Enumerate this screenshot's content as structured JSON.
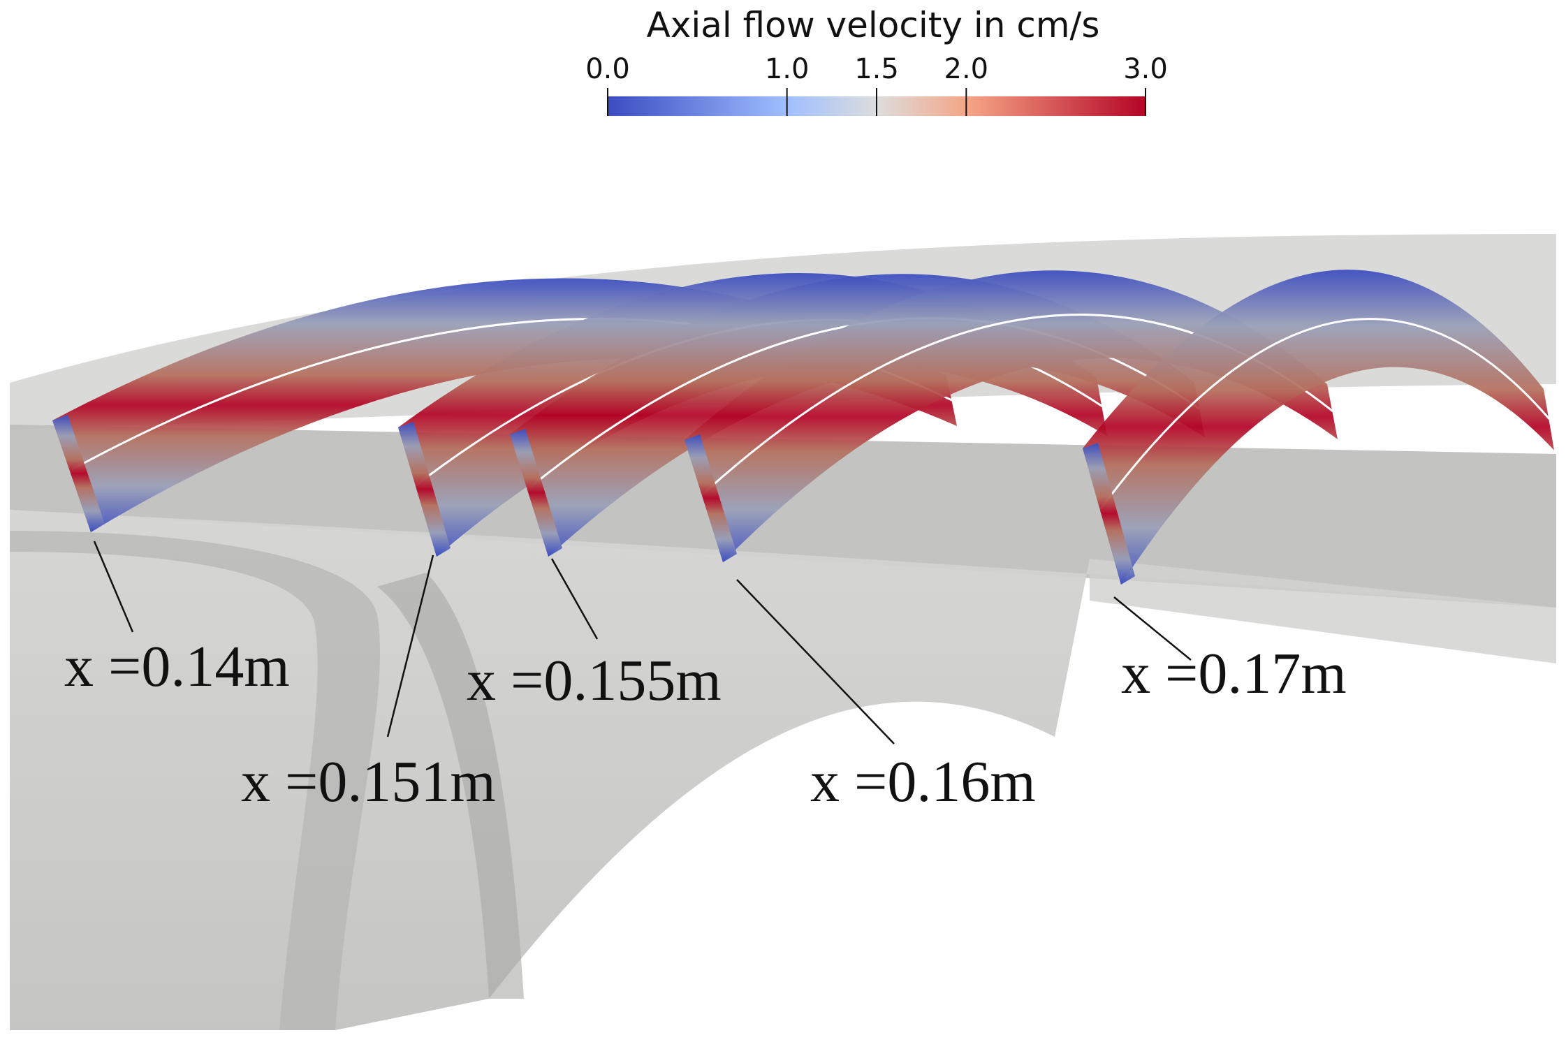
{
  "colorbar": {
    "title": "Axial flow velocity in cm/s",
    "range": [
      0.0,
      3.0
    ],
    "ticks": [
      {
        "value": 0.0,
        "label": "0.0"
      },
      {
        "value": 1.0,
        "label": "1.0"
      },
      {
        "value": 1.5,
        "label": "1.5"
      },
      {
        "value": 2.0,
        "label": "2.0"
      },
      {
        "value": 3.0,
        "label": "3.0"
      }
    ],
    "colormap": {
      "low": "#3b4cc0",
      "mid": "#dddddd",
      "high": "#b40426"
    }
  },
  "slices": [
    {
      "label": "x =0.14m"
    },
    {
      "label": "x =0.151m"
    },
    {
      "label": "x =0.155m"
    },
    {
      "label": "x =0.16m"
    },
    {
      "label": "x =0.17m"
    }
  ],
  "colors": {
    "geometry": "#c9c9c7",
    "geometry_dark": "#a9a9a7",
    "centerline": "#ffffff",
    "leader": "#111111"
  }
}
